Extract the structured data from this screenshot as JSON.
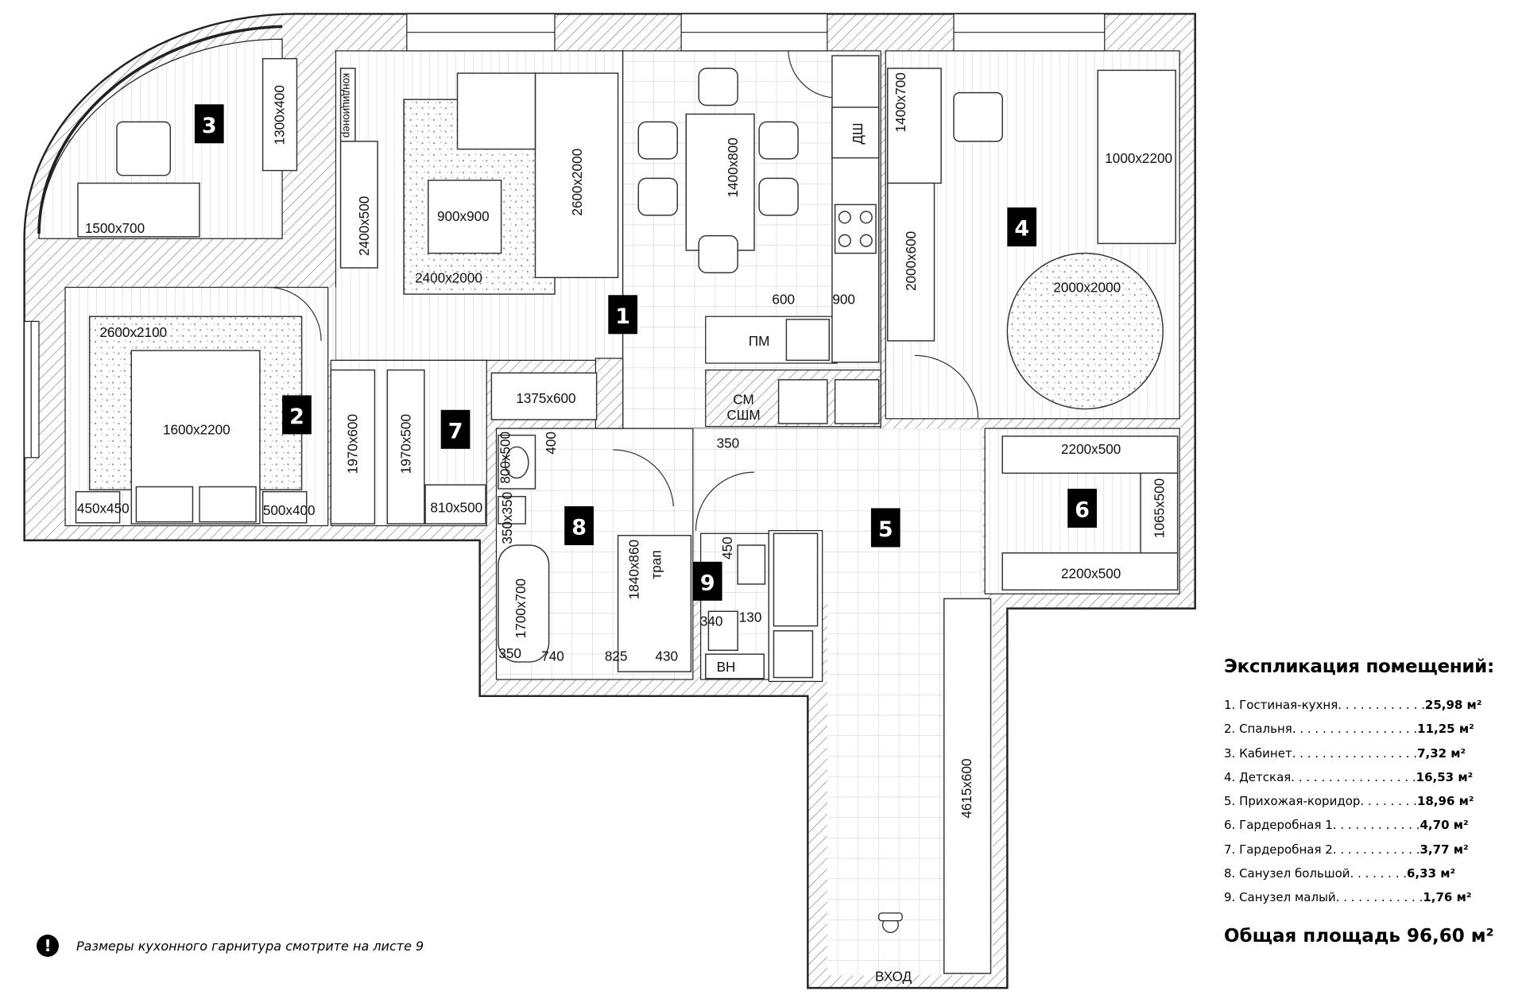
{
  "rooms": [
    "1",
    "2",
    "3",
    "4",
    "5",
    "6",
    "7",
    "8",
    "9"
  ],
  "labels": {
    "ac": "кондиционер",
    "d1300x400": "1300x400",
    "d2400x500": "2400x500",
    "d900x900": "900x900",
    "d2600x2000": "2600x2000",
    "d2400x2000": "2400x2000",
    "d1400x800": "1400x800",
    "dsh": "ДШ",
    "d1400x700": "1400x700",
    "d2000x600": "2000x600",
    "d1000x2200": "1000x2200",
    "d2000x2000": "2000x2000",
    "d600": "600",
    "d900": "900",
    "pm": "ПМ",
    "sm": "СМ",
    "sshm": "СШМ",
    "d1500x700": "1500x700",
    "d2600x2100": "2600x2100",
    "d1600x2200": "1600x2200",
    "d450x450": "450x450",
    "d500x400": "500x400",
    "d1970x600": "1970x600",
    "d1970x500": "1970x500",
    "d1375x600": "1375x600",
    "d810x500": "810x500",
    "d800x500": "800x500",
    "d400": "400",
    "d350x350": "350x350",
    "d1700x700": "1700x700",
    "d1840x860": "1840x860",
    "trap": "трап",
    "b350": "350",
    "b740": "740",
    "b825": "825",
    "b430": "430",
    "c350": "350",
    "c450": "450",
    "c340": "340",
    "c130": "130",
    "vn": "ВН",
    "w1": "2200x500",
    "w2": "2200x500",
    "d1065x500": "1065x500",
    "d4615x600": "4615x600",
    "entrance": "ВХОД"
  },
  "legend": {
    "title": "Экспликация помещений:",
    "items": [
      {
        "name": "1. Гостиная-кухня",
        "dots": " . . . . . . . . . . . .",
        "area": "25,98 м²"
      },
      {
        "name": "2. Спальня",
        "dots": " . . . . . . . . . . . . . . . . .",
        "area": "11,25 м²"
      },
      {
        "name": "3. Кабинет",
        "dots": " . . . . . . . . . . . . . . . . .",
        "area": "7,32 м²"
      },
      {
        "name": "4. Детская",
        "dots": " . . . . . . . . . . . . . . . . .",
        "area": "16,53 м²"
      },
      {
        "name": "5. Прихожая-коридор",
        "dots": " . . . . . . . .",
        "area": "18,96 м²"
      },
      {
        "name": "6. Гардеробная 1",
        "dots": " . . . . . . . . . . . .",
        "area": "4,70 м²"
      },
      {
        "name": "7. Гардеробная 2",
        "dots": " . . . . . . . . . . . .",
        "area": "3,77 м²"
      },
      {
        "name": "8. Санузел большой",
        "dots": " . . . . . . . .",
        "area": "6,33 м²"
      },
      {
        "name": "9. Санузел малый",
        "dots": " . . . . . . . . . . . .",
        "area": "1,76 м²"
      }
    ],
    "total": "Общая площадь 96,60 м²"
  },
  "note": {
    "icon": "exclamation-icon",
    "text": "Размеры кухонного гарнитура смотрите на листе 9"
  }
}
